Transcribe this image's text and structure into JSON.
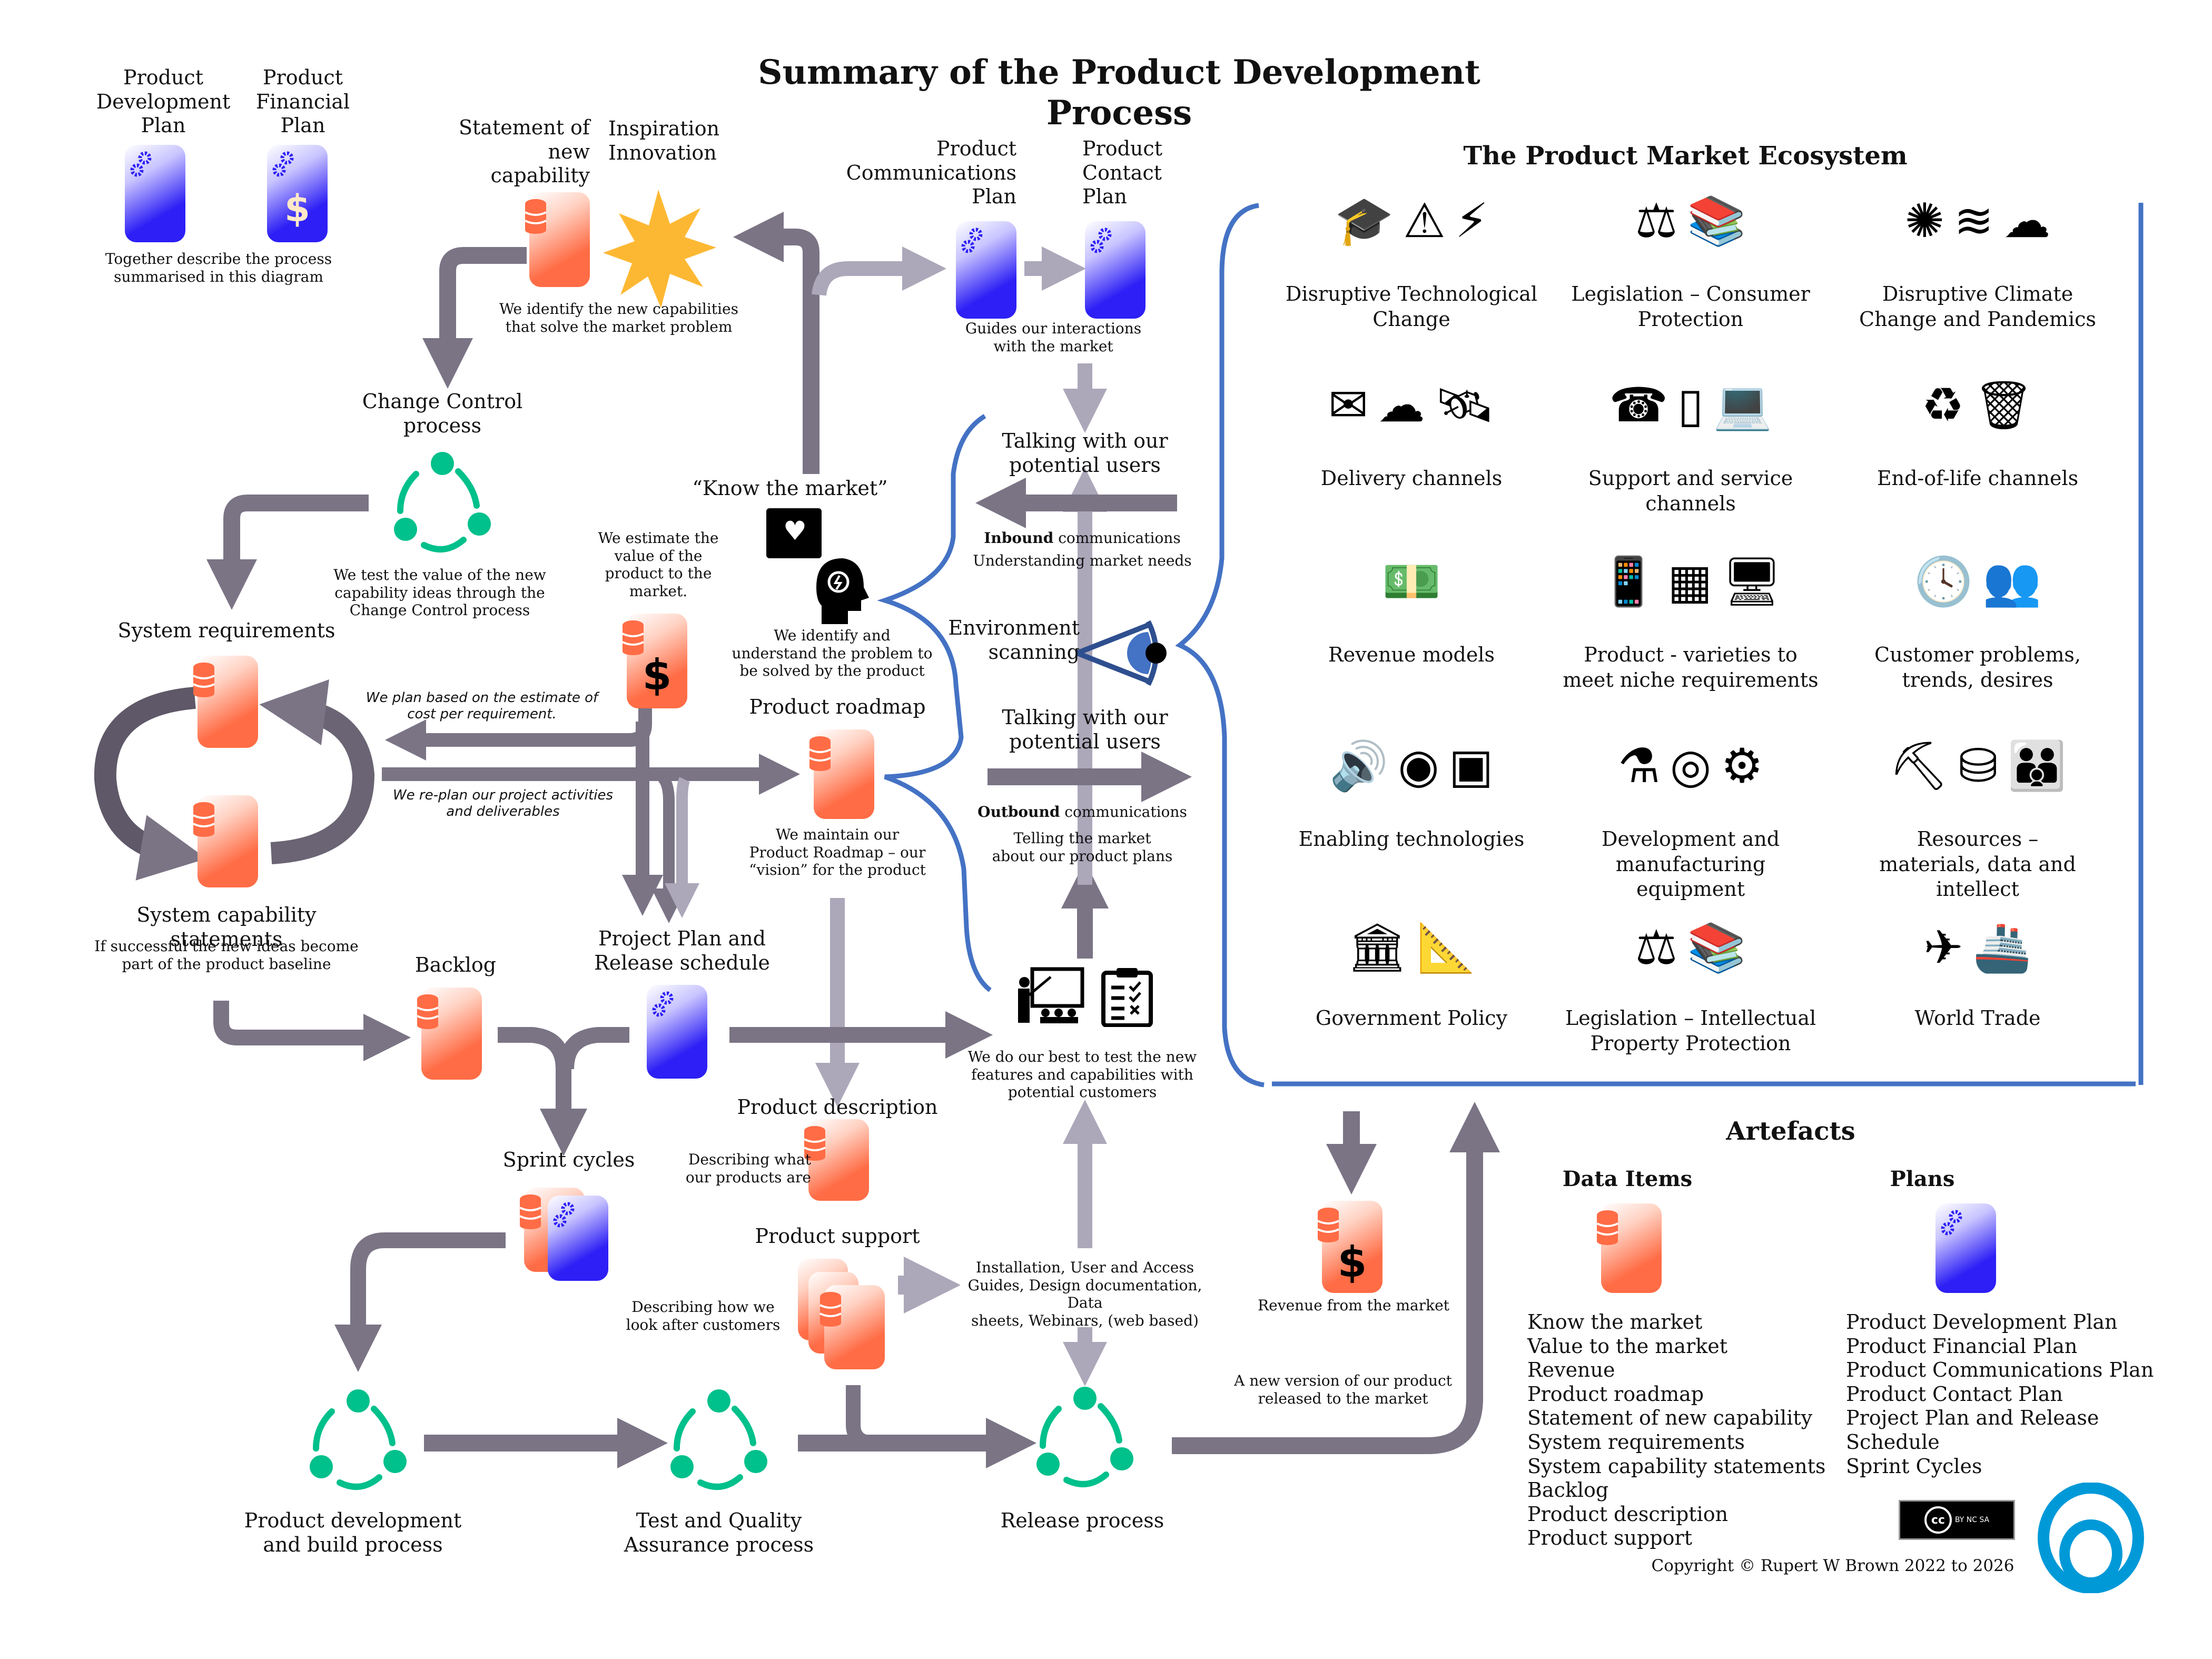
{
  "title": "Summary of the Product Development Process",
  "colors": {
    "arrow_dark": "#7a7485",
    "arrow_light": "#aca7b9",
    "data_item": "#ff6c45",
    "plan": "#2d1ff5",
    "process": "#00c08b",
    "brace": "#4472c4",
    "logo": "#0099d8"
  },
  "top_left": {
    "plan1": "Product\nDevelopment\nPlan",
    "plan2": "Product\nFinancial\nPlan",
    "caption": "Together describe the process\nsummarised in this diagram"
  },
  "statement": {
    "label": "Statement of new\ncapability",
    "inspiration": "Inspiration\nInnovation",
    "caption": "We identify the new capabilities\nthat solve the market problem"
  },
  "comms": {
    "plan1": "Product\nCommunications\nPlan",
    "plan2": "Product\nContact\nPlan",
    "caption": "Guides our interactions\nwith the market"
  },
  "change_control": {
    "label": "Change Control\nprocess",
    "caption": "We test the value of the new\ncapability ideas through the\nChange Control process"
  },
  "know_market": {
    "label": "“Know the market”",
    "caption": "We identify and\nunderstand the problem to\nbe solved by the product"
  },
  "value": {
    "caption": "We estimate the\nvalue of the\nproduct to the\nmarket."
  },
  "system_requirements": {
    "label": "System requirements"
  },
  "system_capability": {
    "label": "System capability statements",
    "caption": "If successful the new ideas become\npart of the product baseline"
  },
  "plan_note": "We plan based on the estimate of\ncost per requirement.",
  "replan_note": "We re-plan our project activities\nand deliverables",
  "roadmap": {
    "label": "Product roadmap",
    "caption": "We maintain our\nProduct Roadmap – our\n“vision” for the product"
  },
  "env": {
    "talking1": "Talking with our\npotential users",
    "inbound_bold": "Inbound",
    "inbound_rest": " communications",
    "inbound_sub": "Understanding market needs",
    "scanning": "Environment\nscanning",
    "talking2": "Talking with our\npotential users",
    "outbound_bold": "Outbound",
    "outbound_rest": " communications",
    "outbound_sub": "Telling the market\nabout our product plans",
    "test_caption": "We do our best to test the new\nfeatures and capabilities with\npotential customers"
  },
  "backlog": {
    "label": "Backlog"
  },
  "project_plan": {
    "label": "Project Plan and\nRelease schedule"
  },
  "sprint": {
    "label": "Sprint cycles"
  },
  "product_description": {
    "label": "Product description",
    "caption": "Describing what\nour products are"
  },
  "product_support": {
    "label": "Product support",
    "caption": "Describing how we\nlook after customers",
    "docs": "Installation, User and Access\nGuides, Design documentation, Data\nsheets, Webinars, (web based)"
  },
  "processes": [
    {
      "label": "Product development\nand build process"
    },
    {
      "label": "Test and Quality\nAssurance process"
    },
    {
      "label": "Release process"
    }
  ],
  "revenue": {
    "caption": "Revenue from the market",
    "release_note": "A new version of our product\nreleased to the market"
  },
  "ecosystem": {
    "title": "The Product Market Ecosystem",
    "items": [
      {
        "label": "Disruptive Technological\nChange",
        "icons": [
          "graduation-cap",
          "explosion-warning",
          "lightning-bolt"
        ]
      },
      {
        "label": "Legislation – Consumer\nProtection",
        "icons": [
          "gavel",
          "books"
        ]
      },
      {
        "label": "Disruptive Climate\nChange and Pandemics",
        "icons": [
          "virus",
          "wind",
          "storm-cloud"
        ]
      },
      {
        "label": "Delivery channels",
        "icons": [
          "envelope",
          "cloud-network",
          "satellite"
        ]
      },
      {
        "label": "Support and service\nchannels",
        "icons": [
          "headset-agent",
          "mobile-phone",
          "laptop-globe"
        ]
      },
      {
        "label": "End-of-life channels",
        "icons": [
          "recycle-box",
          "trash-bin"
        ]
      },
      {
        "label": "Revenue models",
        "icons": [
          "banknotes"
        ]
      },
      {
        "label": "Product - varieties to\nmeet niche requirements",
        "icons": [
          "phone-network",
          "stacked-boxes",
          "monitor-user"
        ]
      },
      {
        "label": "Customer problems,\ntrends, desires",
        "icons": [
          "clock-refresh",
          "user-network"
        ]
      },
      {
        "label": "Enabling technologies",
        "icons": [
          "speakers",
          "webcam",
          "microchip"
        ]
      },
      {
        "label": "Development and\nmanufacturing\nequipment",
        "icons": [
          "flask",
          "petri-dish",
          "gears"
        ]
      },
      {
        "label": "Resources –\nmaterials, data and\nintellect",
        "icons": [
          "mine-cart",
          "database",
          "people"
        ]
      },
      {
        "label": "Government Policy",
        "icons": [
          "government-building",
          "blueprint"
        ]
      },
      {
        "label": "Legislation – Intellectual\nProperty Protection",
        "icons": [
          "scales",
          "bookshelf"
        ]
      },
      {
        "label": "World Trade",
        "icons": [
          "airplane",
          "cargo-ship"
        ]
      }
    ]
  },
  "artefacts": {
    "title": "Artefacts",
    "data_items_title": "Data Items",
    "plans_title": "Plans",
    "data_items": [
      "Know the market",
      "Value to the market",
      "Revenue",
      "Product roadmap",
      "Statement of new capability",
      "System requirements",
      "System capability statements",
      "Backlog",
      "Product description",
      "Product support"
    ],
    "plans": [
      "Product Development  Plan",
      "Product Financial Plan",
      "Product Communications Plan",
      "Product Contact Plan",
      "Project Plan and Release\nSchedule",
      "Sprint Cycles"
    ]
  },
  "license": {
    "badge": "cc",
    "sub": "BY  NC  SA"
  },
  "copyright": "Copyright © Rupert W Brown 2022 to 2026"
}
